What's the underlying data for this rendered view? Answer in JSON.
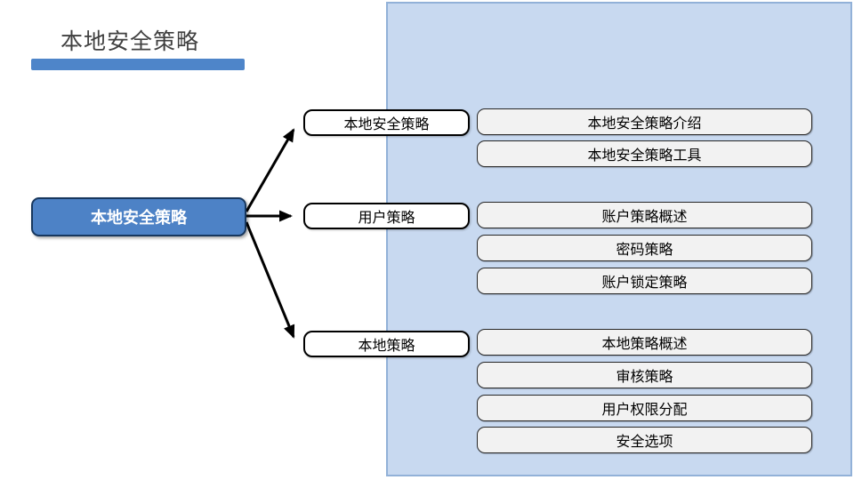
{
  "slide": {
    "title": "本地安全策略"
  },
  "colors": {
    "accent_blue": "#4e85c9",
    "panel_fill": "#c8d9f0",
    "panel_border": "#92b1d8",
    "root_fill": "#4d82c6",
    "root_border": "#17375e",
    "leaf_fill": "#f2f2f2",
    "box_border": "#000000",
    "title_text": "#404040",
    "arrow": "#000000"
  },
  "diagram": {
    "root": {
      "label": "本地安全策略"
    },
    "branches": [
      {
        "label": "本地安全策略",
        "children": [
          "本地安全策略介绍",
          "本地安全策略工具"
        ]
      },
      {
        "label": "用户策略",
        "children": [
          "账户策略概述",
          "密码策略",
          "账户锁定策略"
        ]
      },
      {
        "label": "本地策略",
        "children": [
          "本地策略概述",
          "审核策略",
          "用户权限分配",
          "安全选项"
        ]
      }
    ]
  }
}
